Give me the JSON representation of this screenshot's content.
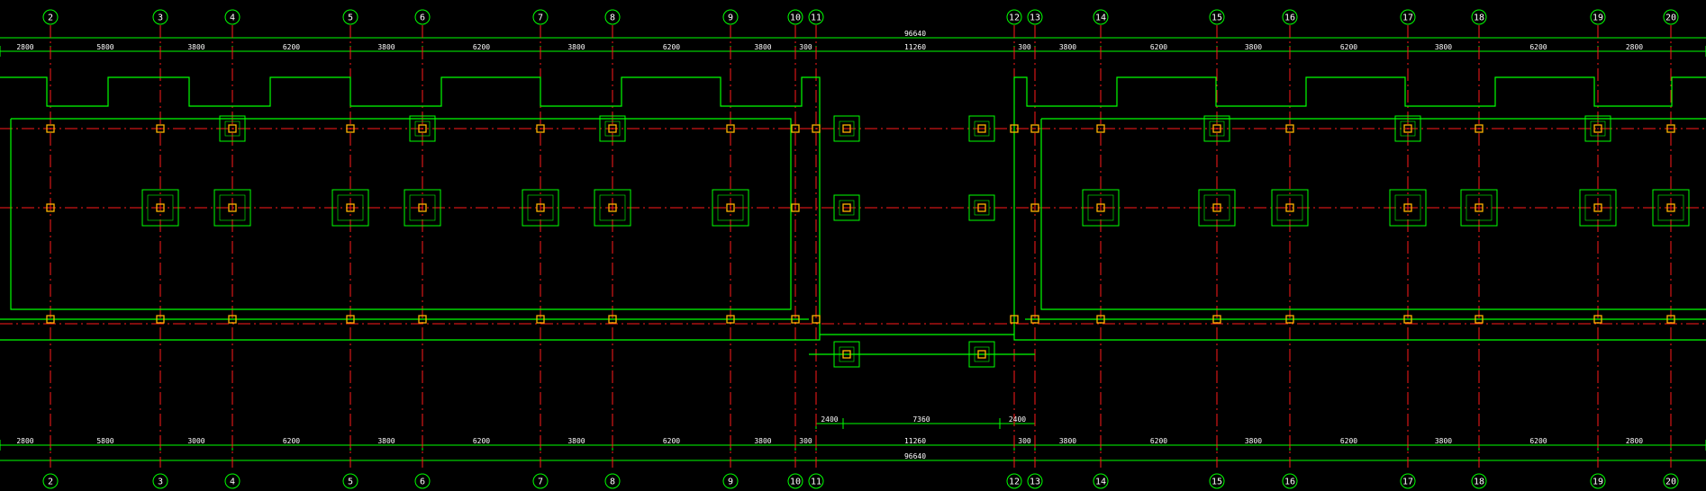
{
  "drawing": {
    "total_dimension": "96640",
    "top_axes": [
      "2",
      "3",
      "4",
      "5",
      "6",
      "7",
      "8",
      "9",
      "10",
      "11",
      "12",
      "13",
      "14",
      "15",
      "16",
      "17",
      "18",
      "19",
      "20"
    ],
    "bottom_axes": [
      "2",
      "3",
      "4",
      "5",
      "6",
      "7",
      "8",
      "9",
      "10",
      "11",
      "12",
      "13",
      "14",
      "15",
      "16",
      "17",
      "18",
      "19",
      "20"
    ],
    "top_dimensions": [
      "2800",
      "5800",
      "3800",
      "6200",
      "3800",
      "6200",
      "3800",
      "6200",
      "3800",
      "300",
      "11260",
      "300",
      "3800",
      "6200",
      "3800",
      "6200",
      "3800",
      "6200",
      "2800"
    ],
    "bottom_dimensions": [
      "2800",
      "5800",
      "3000",
      "6200",
      "3800",
      "6200",
      "3800",
      "6200",
      "3800",
      "300",
      "11260",
      "300",
      "3800",
      "6200",
      "3800",
      "6200",
      "3800",
      "6200",
      "2800"
    ],
    "center_dimensions": [
      "2400",
      "7360",
      "2400"
    ],
    "colors": {
      "background": "#000000",
      "outline": "#00ff00",
      "axis_line": "#ff1a1a",
      "dimension": "#00ff00",
      "column": "#ffb400",
      "text": "#ffffff"
    }
  }
}
